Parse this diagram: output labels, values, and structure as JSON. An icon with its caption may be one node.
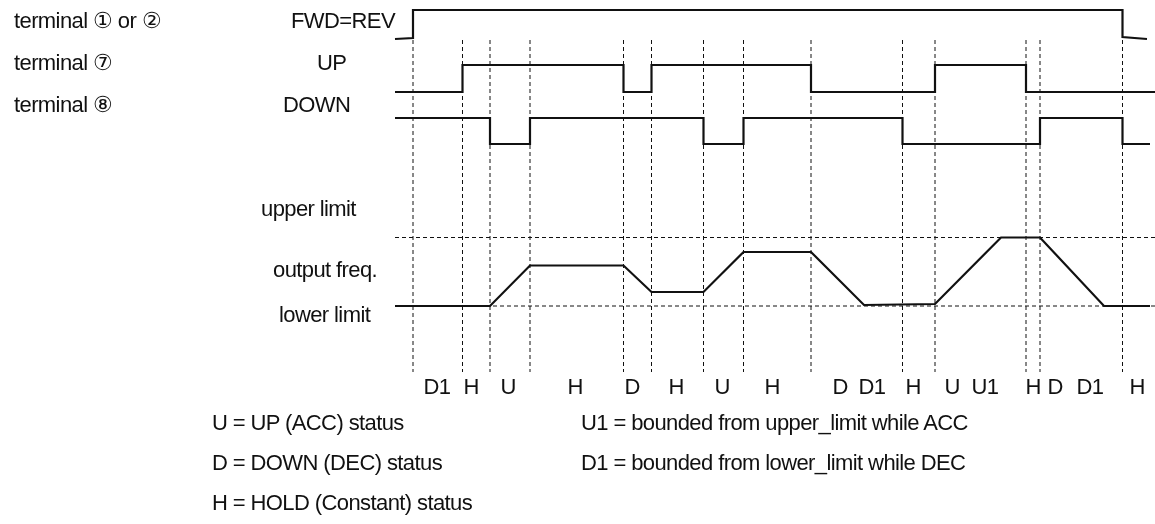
{
  "diagram": {
    "labels": [
      "terminal ① or ②",
      "FWD=REV",
      "terminal ⑦",
      "UP",
      "terminal ⑧",
      "DOWN",
      "upper limit",
      "output freq.",
      "lower limit",
      "D1",
      "H",
      "U",
      "H",
      "D",
      "H",
      "U",
      "H",
      "D",
      "D1",
      "H",
      "U",
      "U1",
      "H",
      "D",
      "D1",
      "H",
      "U = UP (ACC) status",
      "U1 = bounded from upper_limit while ACC",
      "D = DOWN (DEC) status",
      "D1 = bounded from lower_limit while DEC",
      "H = HOLD (Constant) status"
    ]
  }
}
